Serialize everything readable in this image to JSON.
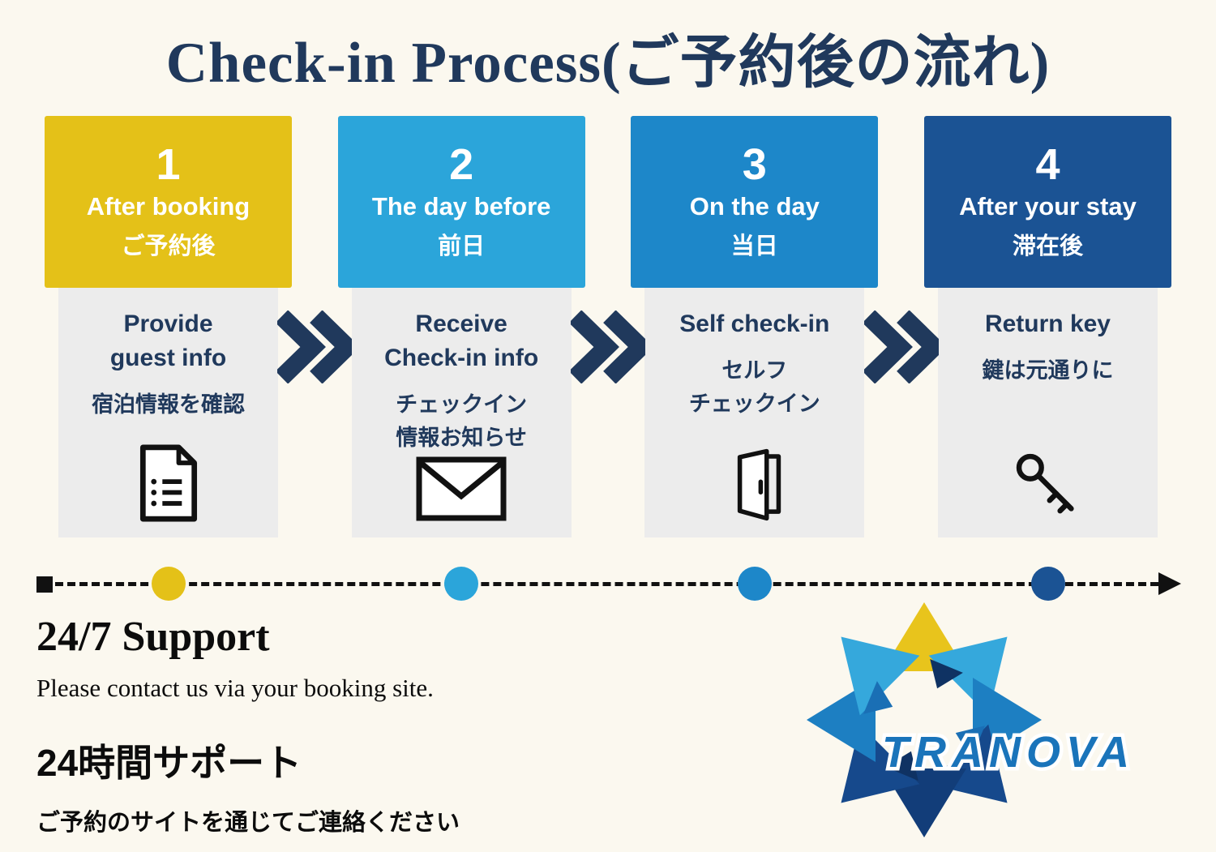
{
  "title": "Check-in Process(ご予約後の流れ)",
  "colors": {
    "background": "#fbf8ef",
    "navy_text": "#20395c",
    "body_bg": "#ececec",
    "chevron": "#20395c",
    "logo_brand_blue": "#1a74ba"
  },
  "steps": [
    {
      "number": "1",
      "label_en": "After booking",
      "label_ja": "ご予約後",
      "body_en": "Provide\nguest info",
      "body_ja": "宿泊情報を確認",
      "icon": "document-icon",
      "color": "#e4c118"
    },
    {
      "number": "2",
      "label_en": "The day before",
      "label_ja": "前日",
      "body_en": "Receive\nCheck-in info",
      "body_ja": "チェックイン\n情報お知らせ",
      "icon": "envelope-icon",
      "color": "#2ba5da"
    },
    {
      "number": "3",
      "label_en": "On the day",
      "label_ja": "当日",
      "body_en": "Self check-in",
      "body_ja": "セルフ\nチェックイン",
      "icon": "door-icon",
      "color": "#1d87c9"
    },
    {
      "number": "4",
      "label_en": "After your stay",
      "label_ja": "滞在後",
      "body_en": "Return key",
      "body_ja": "鍵は元通りに",
      "icon": "key-icon",
      "color": "#1b5394"
    }
  ],
  "support": {
    "heading_en": "24/7 Support",
    "text_en": "Please contact us via your booking site.",
    "heading_ja": "24時間サポート",
    "text_ja": "ご予約のサイトを通じてご連絡ください"
  },
  "logo": {
    "brand": "TRANOVA"
  }
}
